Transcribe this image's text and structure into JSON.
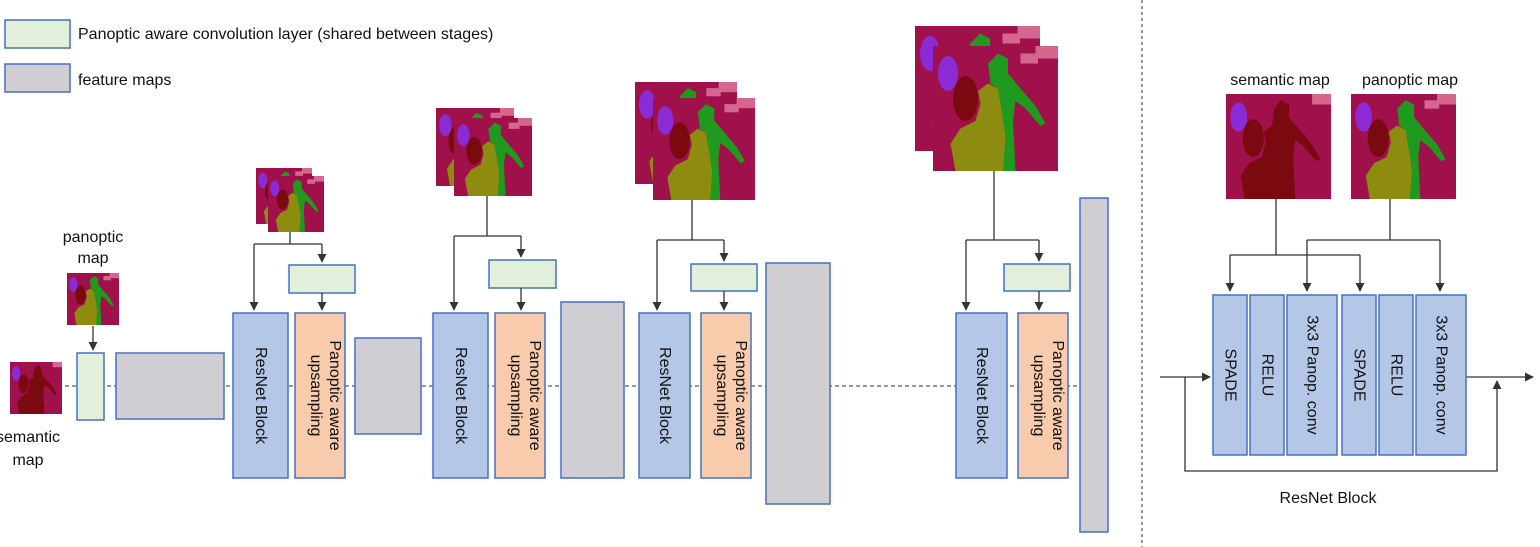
{
  "legend": {
    "conv_layer": "Panoptic aware convolution layer (shared between stages)",
    "feature_maps": "feature maps"
  },
  "inputs": {
    "panoptic_line1": "panoptic",
    "panoptic_line2": "map",
    "semantic_line1": "semantic",
    "semantic_line2": "map"
  },
  "blocks": {
    "resnet": "ResNet Block",
    "upsample_line1": "Panoptic aware",
    "upsample_line2": "upsampling"
  },
  "detail": {
    "semantic_map": "semantic map",
    "panoptic_map": "panoptic map",
    "layers": [
      "SPADE",
      "RELU",
      "3x3 Panop. conv",
      "SPADE",
      "RELU",
      "3x3 Panop. conv"
    ],
    "caption": "ResNet Block"
  },
  "colors": {
    "conv_layer": "#e2efda",
    "feature_map": "#d0ced2",
    "resnet_block": "#b4c7e7",
    "upsampling": "#f8cbad",
    "border": "#4472c4",
    "map_background": "#a0104a",
    "map_green": "#1f9a1f",
    "map_olive": "#8e8c10",
    "map_dark_red": "#7a0a10"
  }
}
